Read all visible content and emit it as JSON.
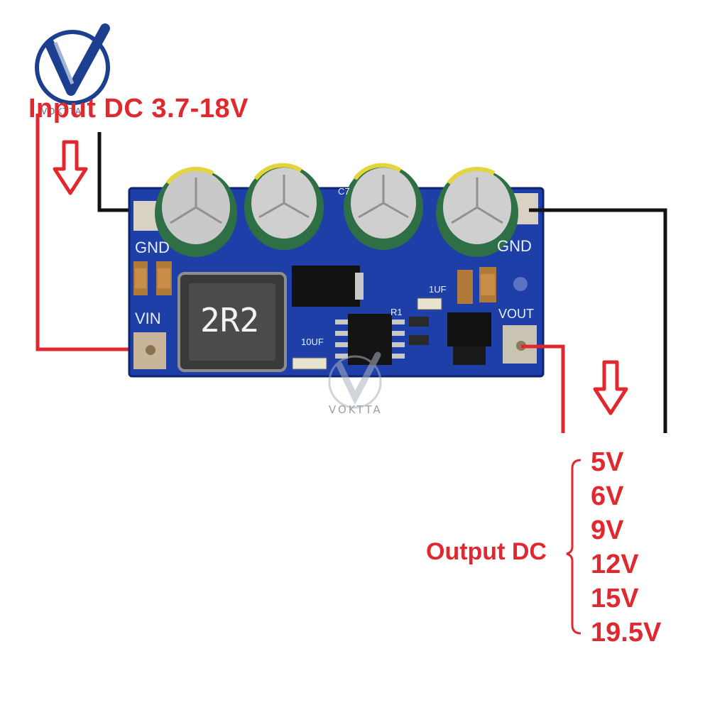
{
  "brand": {
    "logo_text": "VOKTTA",
    "watermark_text": "VOKTTA"
  },
  "labels": {
    "input": "Input DC 3.7-18V",
    "output": "Output DC",
    "output_voltages": [
      "5V",
      "6V",
      "9V",
      "12V",
      "15V",
      "19.5V"
    ]
  },
  "board": {
    "pin_gnd_left": "GND",
    "pin_gnd_right": "GND",
    "pin_vin": "VIN",
    "pin_vout": "VOUT",
    "inductor_marking": "2R2",
    "cap_label_left": "10UF",
    "cap_label_right": "1UF",
    "resistor_label": "R1",
    "cap_ref": "C7"
  },
  "colors": {
    "accent_red": "#e0282e",
    "board_blue": "#1f3fa8",
    "wire_black": "#111111",
    "cap_green": "#2f6f45"
  }
}
